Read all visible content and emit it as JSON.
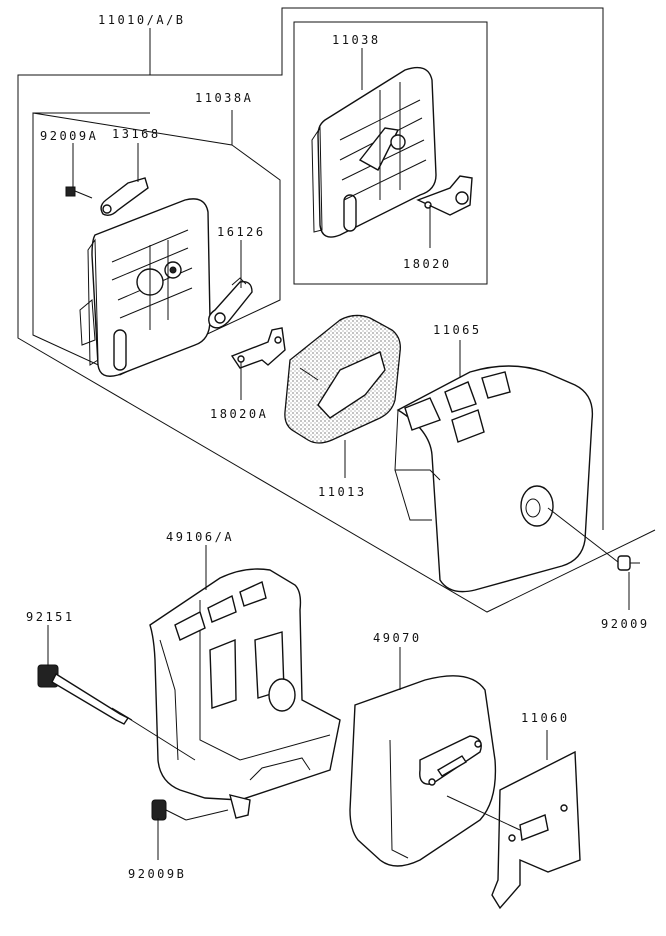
{
  "diagram": {
    "part_labels": {
      "assy": "11010/A/B",
      "case_a": "11038A",
      "case": "11038",
      "screw_a": "92009A",
      "lever": "13168",
      "link": "16126",
      "bracket_a": "18020A",
      "bracket": "18020",
      "cover": "11065",
      "element": "11013",
      "screw": "92009",
      "muffler_cover": "49106/A",
      "bolt": "92151",
      "muffler": "49070",
      "gasket": "11060",
      "screw_b": "92009B"
    }
  }
}
